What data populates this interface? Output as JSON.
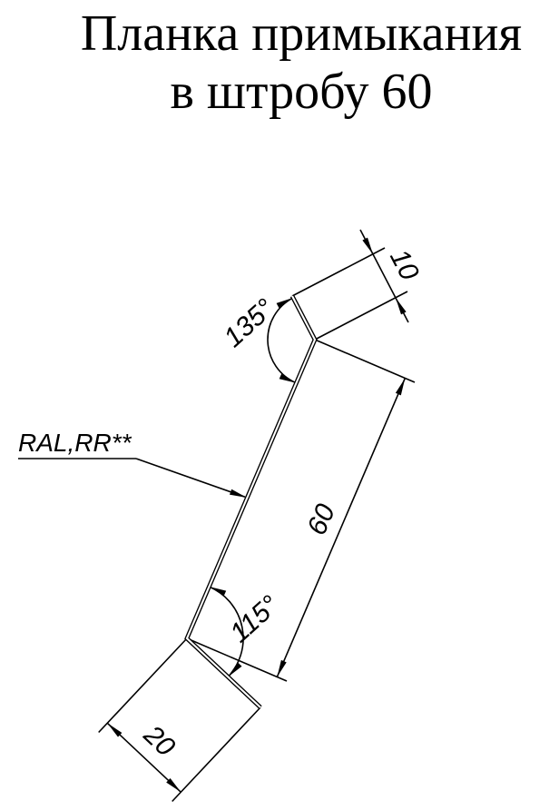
{
  "title": {
    "line1": "Планка примыкания",
    "line2": "в штробу 60"
  },
  "drawing": {
    "material_label": "RAL,RR**",
    "dimensions": {
      "top_flange_mm": "10",
      "web_mm": "60",
      "bottom_flange_mm": "20",
      "top_angle": "135°",
      "bottom_angle": "115°"
    }
  },
  "colors": {
    "ink": "#000000",
    "background": "#ffffff"
  }
}
